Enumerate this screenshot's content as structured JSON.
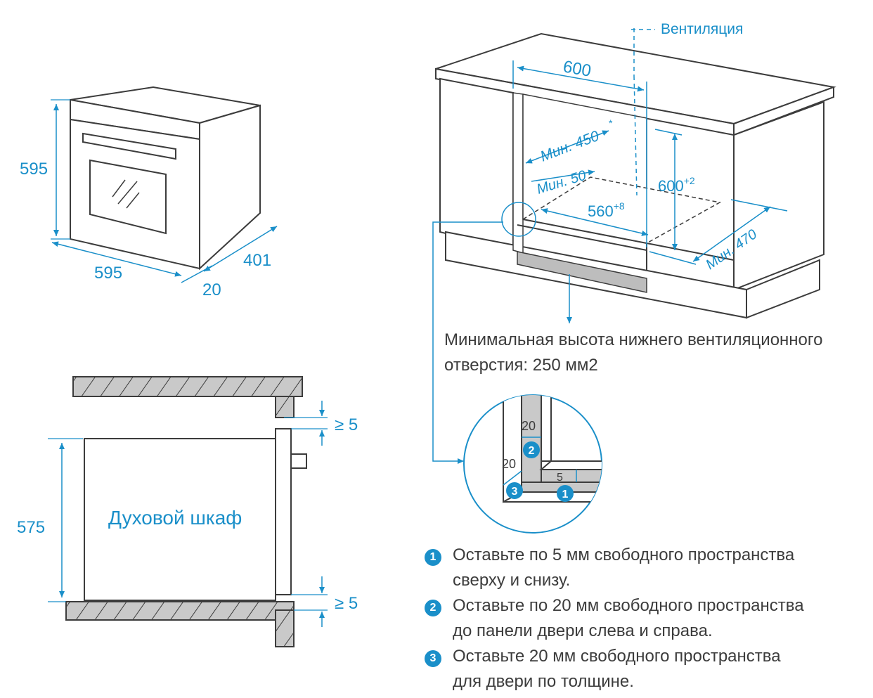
{
  "oven_view": {
    "height": "595",
    "width": "595",
    "depth": "401",
    "door": "20"
  },
  "cabinet_view": {
    "ventilation_label": "Вентиляция",
    "top_width": "600",
    "min_depth": "Мин. 450",
    "min_depth_star": "*",
    "min_gap": "Мин. 50",
    "niche_height": "600",
    "niche_height_tol": "+2",
    "niche_width": "560",
    "niche_width_tol": "+8",
    "min_bottom_depth": "Мин. 470"
  },
  "vent_note": {
    "line1": "Минимальная высота нижнего вентиляционного",
    "line2": "отверстия: 250 мм2"
  },
  "detail_view": {
    "gap_side": "20",
    "gap_door": "20",
    "gap_bottom": "5",
    "marker_1": "1",
    "marker_2": "2",
    "marker_3": "3"
  },
  "section_view": {
    "oven_label": "Духовой шкаф",
    "height": "575",
    "gap_top": "≥ 5",
    "gap_bottom": "≥ 5"
  },
  "notes": [
    {
      "num": "1",
      "line1": "Оставьте по 5 мм свободного пространства",
      "line2": "сверху и снизу."
    },
    {
      "num": "2",
      "line1": "Оставьте по 20 мм свободного пространства",
      "line2": "до панели двери слева и справа."
    },
    {
      "num": "3",
      "line1": "Оставьте 20 мм свободного пространства",
      "line2": "для двери по толщине."
    }
  ],
  "colors": {
    "accent": "#1a8fc9",
    "line": "#3c3c3c",
    "hatch_fill": "#c8c8c8"
  }
}
